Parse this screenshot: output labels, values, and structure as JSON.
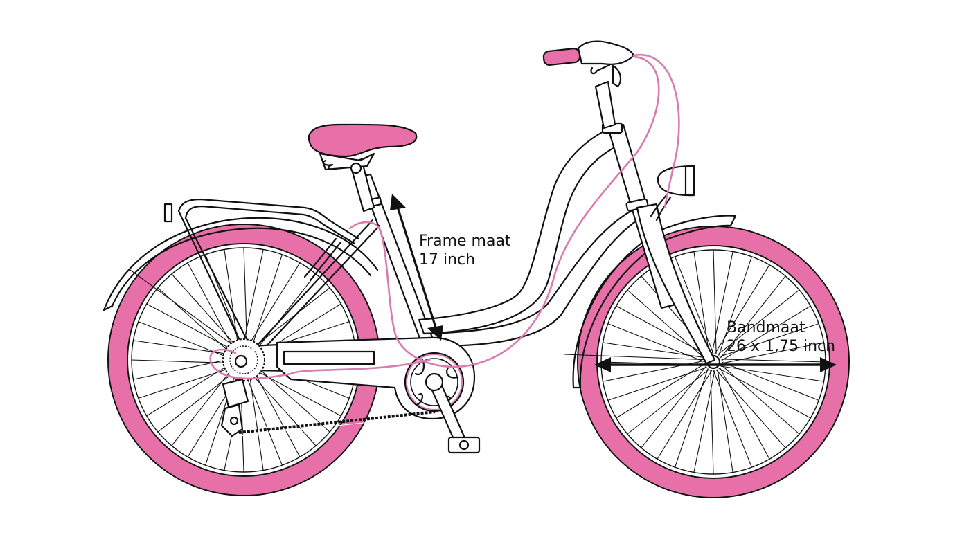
{
  "diagram": {
    "subject": "Bicycle line drawing with pink tyres, saddle and grip",
    "colors": {
      "background": "#ffffff",
      "line": "#111111",
      "tire_pink": "#e870a8",
      "cable_pink": "#d97bb0"
    },
    "annotations": {
      "frame": {
        "title": "Frame maat",
        "value": "17 inch"
      },
      "tire": {
        "title": "Bandmaat",
        "value": "26 x 1,75 inch"
      }
    },
    "parts": [
      "rear-wheel",
      "front-wheel",
      "saddle",
      "seat-post",
      "rear-rack",
      "rear-fender",
      "front-fender",
      "chain-guard",
      "crank",
      "pedal",
      "chain",
      "rear-derailleur",
      "cassette",
      "handlebar",
      "brake-lever",
      "headlight",
      "fork",
      "brake-cables"
    ]
  }
}
